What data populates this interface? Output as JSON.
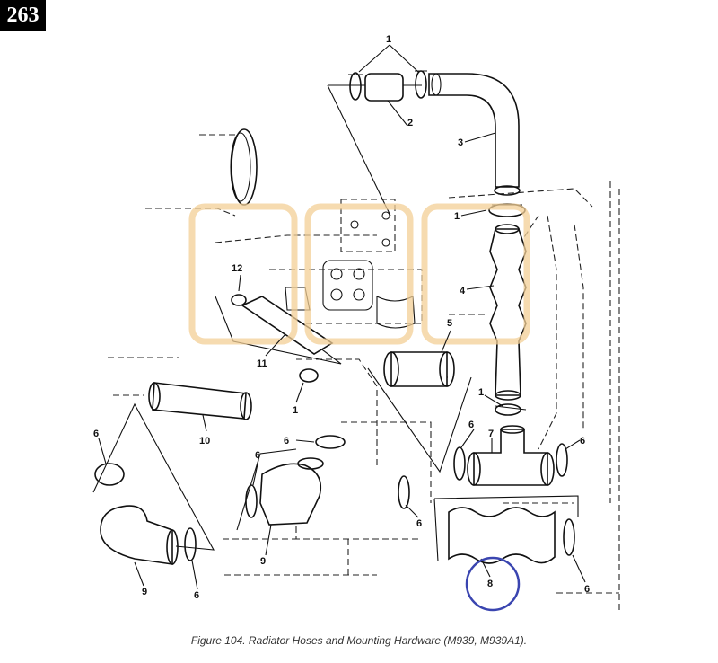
{
  "page_number": "263",
  "caption": "Figure 104.  Radiator Hoses and Mounting Hardware (M939, M939A1).",
  "callouts": {
    "c1_top": "1",
    "c2": "2",
    "c3": "3",
    "c1_mid": "1",
    "c4": "4",
    "c5": "5",
    "c12": "12",
    "c11": "11",
    "c1_left": "1",
    "c1_low": "1",
    "c10": "10",
    "c6_a": "6",
    "c6_b": "6",
    "c6_c": "6",
    "c6_d": "6",
    "c6_e": "6",
    "c6_f": "6",
    "c6_g": "6",
    "c6_h": "6",
    "c7": "7",
    "c8": "8",
    "c9_a": "9",
    "c9_b": "9"
  },
  "colors": {
    "ink": "#111111",
    "watermark": "#f3cf96",
    "highlight_circle": "#3a45b0"
  }
}
